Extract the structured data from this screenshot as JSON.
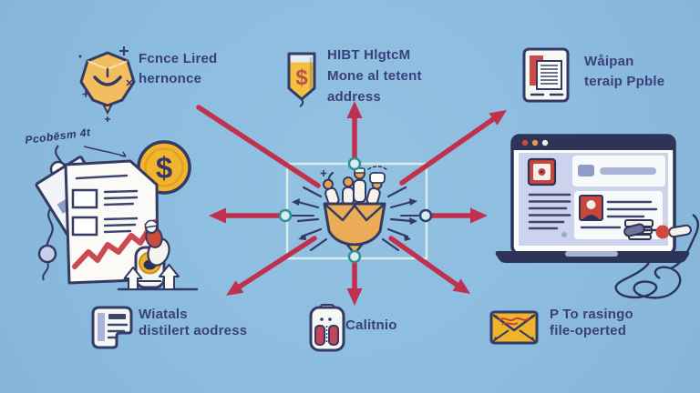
{
  "meta": {
    "kind": "hub-and-spoke infographic illustration",
    "canvas": "768x432"
  },
  "colors": {
    "background": "#8cbcdf",
    "arrow_red": "#c0314f",
    "ink_navy": "#333a63",
    "text_indigo": "#3a3f7c",
    "gold": "#f0b42a",
    "gold_light": "#f1bd5e",
    "hub_gold": "#ecac55",
    "teal_ring": "#2f8f96",
    "teal_fill": "#d9edf0",
    "lavender": "#aab4d6",
    "periwinkle_screen": "#ccd3ec",
    "accent_red": "#c8463e",
    "navy_dark": "#2e3358"
  },
  "labels": {
    "top_left": {
      "line1": "Fcnce Lired",
      "line2": "hernonce"
    },
    "top_center": {
      "line1": "HIBT HlgtcM",
      "line2": "Mone al tetent",
      "line3": "address"
    },
    "top_right": {
      "line1": "Wåipan",
      "line2": "teraip Ppble"
    },
    "bottom_left": {
      "line1": "Wiatals",
      "line2": "distilert aodress"
    },
    "bottom_center": {
      "line1": "Calitnio"
    },
    "bottom_right": {
      "line1": "P To rasingo",
      "line2": "file-operted"
    }
  },
  "decorations": {
    "scribble_text": "Pcobēsm 4t",
    "coin_symbol": "$",
    "pennant_symbol": "$"
  },
  "icons": {
    "gem-badge-icon": "gold gem with smiley face and sparkles",
    "pennant-icon": "gold banner badge with dollar sign",
    "printer-icon": "printer frame with red document and text page",
    "document-chart-illustration": "paper with checkboxes, rising red graph, gold coin",
    "hub-envelope-icon": "gold paper-boat envelope with tiny team figures and radiating arrows",
    "laptop-illustration": "laptop browser with profile card and tangled cable",
    "note-icon": "note sheet with folded corner",
    "robot-icon": "small device with two red buttons",
    "mail-icon": "gold envelope with red scribble"
  }
}
